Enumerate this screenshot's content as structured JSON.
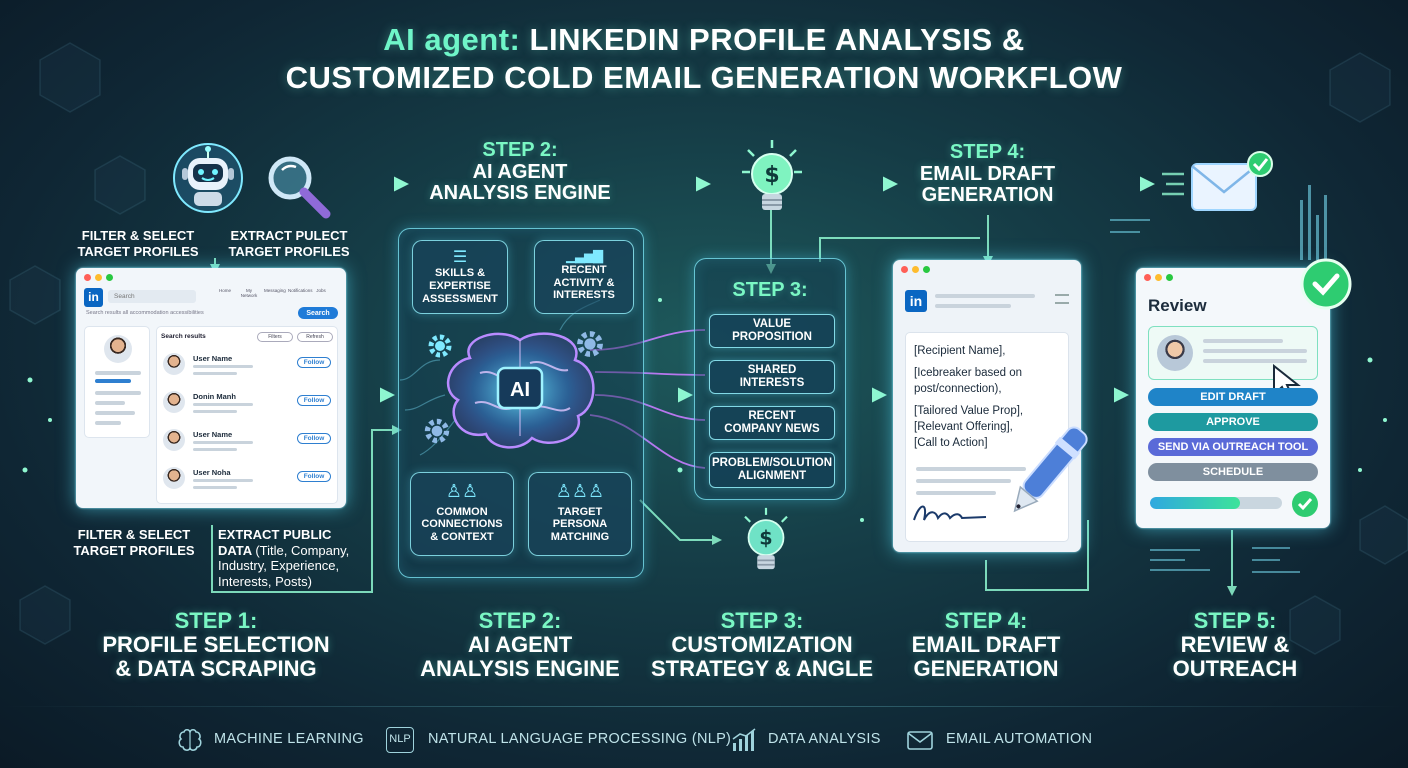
{
  "title": {
    "line1_accent": "AI agent:",
    "line1_rest": "LINKEDIN PROFILE ANALYSIS &",
    "line2": "CUSTOMIZED COLD EMAIL GENERATION WORKFLOW"
  },
  "top_steps": {
    "step2": {
      "number": "STEP 2:",
      "name_line1": "AI AGENT",
      "name_line2": "ANALYSIS ENGINE"
    },
    "step4": {
      "number": "STEP 4:",
      "name_line1": "EMAIL DRAFT",
      "name_line2": "GENERATION"
    }
  },
  "step1": {
    "label_top_left_1": "FILTER & SELECT",
    "label_top_left_2": "TARGET PROFILES",
    "label_top_right_1": "EXTRACT PULECT",
    "label_top_right_2": "TARGET PROFILES",
    "label_bottom_left_1": "FILTER & SELECT",
    "label_bottom_left_2": "TARGET PROFILES",
    "label_bottom_right_1": "EXTRACT PUBLIC",
    "label_bottom_right_2": "DATA",
    "label_bottom_right_3": "(Title, Company,",
    "label_bottom_right_4": "Industry, Experience,",
    "label_bottom_right_5": "Interests, Posts)",
    "browser": {
      "logo": "in",
      "search_placeholder": "Search",
      "nav": [
        "Home",
        "My Network",
        "Messaging",
        "Notifications",
        "Jobs"
      ],
      "results_hint": "Search results all accommodation accessibilities",
      "search_button": "Search",
      "results_heading": "Search results",
      "filter1": "Filters",
      "filter2": "Refresh",
      "results": [
        {
          "name": "User Name",
          "follow": "Follow"
        },
        {
          "name": "Donin Manh",
          "follow": "Follow"
        },
        {
          "name": "User Name",
          "follow": "Follow"
        },
        {
          "name": "User Noha",
          "follow": "Follow"
        }
      ]
    }
  },
  "step2": {
    "cards": {
      "skills_1": "SKILLS &",
      "skills_2": "EXPERTISE",
      "skills_3": "ASSESSMENT",
      "activity_1": "RECENT",
      "activity_2": "ACTIVITY &",
      "activity_3": "INTERESTS",
      "connections_1": "COMMON",
      "connections_2": "CONNECTIONS",
      "connections_3": "& CONTEXT",
      "persona_1": "TARGET",
      "persona_2": "PERSONA",
      "persona_3": "MATCHING"
    },
    "ai_label": "AI"
  },
  "step3": {
    "title": "STEP 3:",
    "options": [
      {
        "line1": "VALUE",
        "line2": "PROPOSITION"
      },
      {
        "line1": "SHARED",
        "line2": "INTERESTS"
      },
      {
        "line1": "RECENT",
        "line2": "COMPANY NEWS"
      },
      {
        "line1": "PROBLEM/SOLUTION",
        "line2": "ALIGNMENT"
      }
    ]
  },
  "step4": {
    "logo": "in",
    "draft_lines": [
      "[Recipient Name],",
      "[Icebreaker based on",
      "post/connection),",
      "[Tailored Value Prop],",
      "[Relevant Offering],",
      "[Call to Action]"
    ]
  },
  "step5": {
    "title": "Review",
    "buttons": {
      "edit": "EDIT DRAFT",
      "approve": "APPROVE",
      "send": "SEND VIA OUTREACH TOOL",
      "schedule": "SCHEDULE"
    },
    "progress": 0.68
  },
  "bottom_steps": [
    {
      "number": "STEP 1:",
      "line1": "PROFILE SELECTION",
      "line2": "& DATA SCRAPING"
    },
    {
      "number": "STEP 2:",
      "line1": "AI AGENT",
      "line2": "ANALYSIS ENGINE"
    },
    {
      "number": "STEP 3:",
      "line1": "CUSTOMIZATION",
      "line2": "STRATEGY & ANGLE"
    },
    {
      "number": "STEP 4:",
      "line1": "EMAIL DRAFT",
      "line2": "GENERATION"
    },
    {
      "number": "STEP 5:",
      "line1": "REVIEW &",
      "line2": "OUTREACH"
    }
  ],
  "footer": {
    "ml": "MACHINE LEARNING",
    "nlp_icon_text": "NLP",
    "nlp": "NATURAL LANGUAGE PROCESSING (NLP)",
    "data": "DATA ANALYSIS",
    "email": "EMAIL AUTOMATION"
  },
  "colors": {
    "accent_green": "#6ff5c8",
    "glow_cyan": "#5ee6ff",
    "linkedin_blue": "#0a66c2",
    "button_blue": "#1f84c8",
    "button_teal": "#1e9aa0",
    "button_purple": "#5a6ad8",
    "button_gray": "#7f8f9e",
    "success_green": "#2ecc71"
  }
}
